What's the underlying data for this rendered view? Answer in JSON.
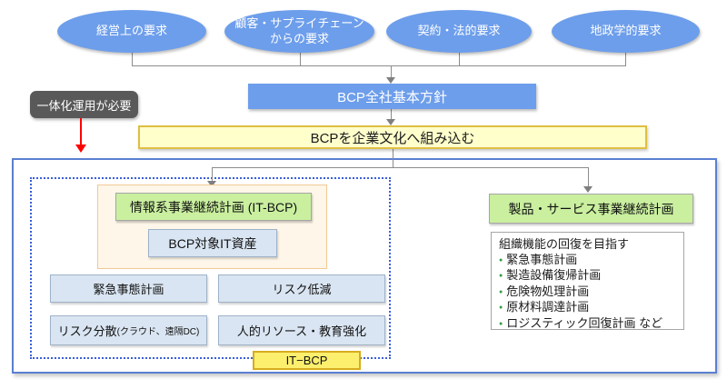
{
  "colors": {
    "primary_blue": "#6d9eeb",
    "pale_yellow_fill": "#ffffcc",
    "gold_border": "#dfbf44",
    "bright_yellow_tag": "#fdef6e",
    "light_green": "#c9ef9f",
    "light_blue": "#d9e5f2",
    "cream_fill": "#fdf6e9",
    "outer_border_blue": "#5b7fd2",
    "dotted_border_blue": "#3a5fd9",
    "callout_gray": "#595959",
    "red_arrow": "#fe0000",
    "connector_gray": "#8c8c8c",
    "bullet_green": "#2f9e41"
  },
  "top_ellipses": [
    {
      "label": "経営上の要求"
    },
    {
      "label": "顧客・サプライチェーン\nからの要求"
    },
    {
      "label": "契約・法的要求"
    },
    {
      "label": "地政学的要求"
    }
  ],
  "callout": {
    "label": "一体化運用が必要"
  },
  "policy_box": {
    "label": "BCP全社基本方針"
  },
  "culture_box": {
    "label": "BCPを企業文化へ組み込む"
  },
  "it_bcp_section": {
    "plan_box": {
      "label": "情報系事業継続計画 (IT-BCP)"
    },
    "asset_box": {
      "label": "BCP対象IT資産"
    },
    "boxes": [
      {
        "label": "緊急事態計画"
      },
      {
        "label": "リスク低減"
      },
      {
        "label": "リスク分散",
        "sub": "(クラウド、遠隔DC)"
      },
      {
        "label": "人的リソース・教育強化"
      }
    ],
    "tag": {
      "label": "IT−BCP"
    }
  },
  "product_section": {
    "plan_box": {
      "label": "製品・サービス事業継続計画"
    },
    "list": {
      "heading": "組織機能の回復を目指す",
      "items": [
        "緊急事態計画",
        "製造設備復帰計画",
        "危険物処理計画",
        "原材料調達計画",
        "ロジスティック回復計画 など"
      ]
    }
  }
}
